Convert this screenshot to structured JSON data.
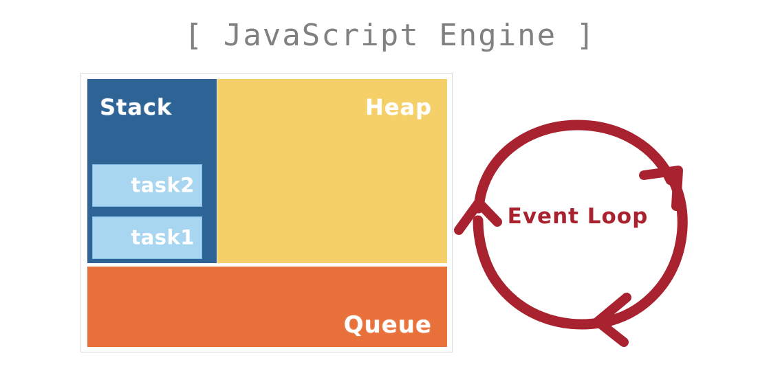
{
  "title": "[ JavaScript Engine ]",
  "engine": {
    "stack": {
      "label": "Stack",
      "color": "#2D6395",
      "frames": [
        {
          "label": "task2",
          "color": "#A8D5F0"
        },
        {
          "label": "task1",
          "color": "#A8D5F0"
        }
      ]
    },
    "heap": {
      "label": "Heap",
      "color": "#F5CF67"
    },
    "queue": {
      "label": "Queue",
      "color": "#E8703A"
    },
    "border_color": "#D8D8D8"
  },
  "event_loop": {
    "label": "Event Loop",
    "color": "#A8232F",
    "direction": "counter-clockwise",
    "arrowheads": 3
  },
  "title_color": "#808080",
  "background": "#FFFFFF"
}
